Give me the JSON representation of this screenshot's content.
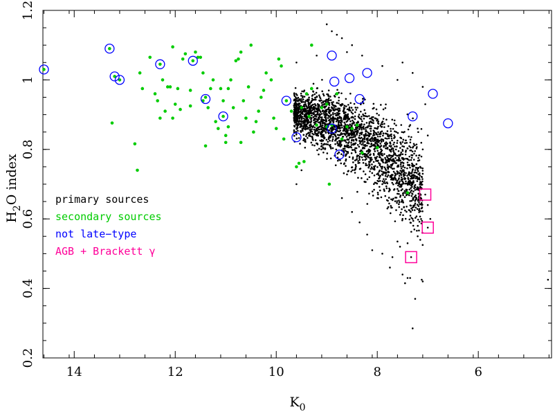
{
  "chart_data": {
    "type": "scatter",
    "xlabel_main": "K",
    "xlabel_sub": "0",
    "ylabel_pre": "H",
    "ylabel_sub": "2",
    "ylabel_post": "O index",
    "xlim": [
      14.62,
      4.55
    ],
    "ylim": [
      0.2,
      1.2
    ],
    "x_ticks": [
      14,
      12,
      10,
      8,
      6
    ],
    "x_tick_labels": [
      "14",
      "12",
      "10",
      "8",
      "6"
    ],
    "y_ticks": [
      0.2,
      0.4,
      0.6,
      0.8,
      1.0,
      1.2
    ],
    "y_tick_labels": [
      "0.2",
      "0.4",
      "0.6",
      "0.8",
      "1",
      "1.2"
    ],
    "grid": false,
    "legend_position": "left-middle",
    "colors": {
      "primary": "#000000",
      "secondary": "#00cc00",
      "not_late": "#0000ff",
      "agb": "#ff0099"
    },
    "legend": [
      {
        "label": "primary sources",
        "color": "#000000"
      },
      {
        "label": "secondary sources",
        "color": "#00cc00"
      },
      {
        "label": "not late−type",
        "color": "#0000ff"
      },
      {
        "label": "AGB + Brackett γ",
        "color": "#ff0099"
      }
    ],
    "series": [
      {
        "name": "secondary sources",
        "marker": "dot-green",
        "points": [
          [
            14.6,
            1.03
          ],
          [
            13.3,
            1.09
          ],
          [
            13.2,
            1.01
          ],
          [
            13.1,
            1.0
          ],
          [
            13.25,
            0.876
          ],
          [
            12.8,
            0.816
          ],
          [
            12.75,
            0.74
          ],
          [
            12.7,
            1.02
          ],
          [
            12.65,
            0.975
          ],
          [
            12.5,
            1.065
          ],
          [
            12.4,
            0.96
          ],
          [
            12.35,
            0.94
          ],
          [
            12.3,
            0.89
          ],
          [
            12.3,
            1.045
          ],
          [
            12.25,
            1.0
          ],
          [
            12.2,
            0.91
          ],
          [
            12.15,
            0.98
          ],
          [
            12.1,
            0.98
          ],
          [
            12.05,
            1.095
          ],
          [
            12.0,
            0.93
          ],
          [
            11.95,
            0.975
          ],
          [
            11.9,
            0.915
          ],
          [
            11.85,
            1.06
          ],
          [
            11.8,
            1.075
          ],
          [
            11.7,
            0.97
          ],
          [
            11.65,
            1.055
          ],
          [
            11.6,
            1.08
          ],
          [
            11.55,
            1.065
          ],
          [
            11.5,
            1.065
          ],
          [
            11.45,
            1.02
          ],
          [
            11.4,
            0.95
          ],
          [
            11.35,
            0.92
          ],
          [
            11.3,
            0.975
          ],
          [
            11.25,
            1.0
          ],
          [
            11.2,
            0.88
          ],
          [
            11.15,
            0.86
          ],
          [
            11.1,
            0.975
          ],
          [
            11.05,
            0.895
          ],
          [
            11.0,
            0.84
          ],
          [
            11.0,
            0.82
          ],
          [
            10.95,
            0.975
          ],
          [
            10.9,
            1.0
          ],
          [
            10.85,
            0.92
          ],
          [
            10.8,
            1.055
          ],
          [
            10.75,
            1.06
          ],
          [
            10.7,
            1.08
          ],
          [
            10.65,
            0.94
          ],
          [
            10.6,
            0.89
          ],
          [
            10.55,
            0.98
          ],
          [
            10.5,
            1.1
          ],
          [
            10.45,
            0.85
          ],
          [
            10.4,
            0.88
          ],
          [
            10.35,
            0.91
          ],
          [
            10.3,
            0.95
          ],
          [
            10.25,
            0.97
          ],
          [
            10.2,
            1.02
          ],
          [
            10.1,
            1.0
          ],
          [
            10.05,
            0.89
          ],
          [
            10.0,
            0.86
          ],
          [
            9.95,
            1.06
          ],
          [
            9.9,
            1.04
          ],
          [
            9.85,
            0.83
          ],
          [
            9.8,
            0.94
          ],
          [
            11.4,
            0.81
          ],
          [
            11.45,
            0.94
          ],
          [
            11.05,
            0.94
          ],
          [
            10.7,
            0.82
          ],
          [
            10.95,
            0.865
          ],
          [
            11.7,
            0.925
          ],
          [
            12.05,
            0.89
          ],
          [
            9.55,
            0.76
          ],
          [
            9.6,
            0.75
          ],
          [
            9.5,
            0.92
          ],
          [
            9.4,
            0.96
          ],
          [
            9.35,
            0.895
          ],
          [
            9.3,
            0.975
          ],
          [
            9.2,
            0.87
          ],
          [
            9.1,
            0.92
          ],
          [
            9.0,
            0.93
          ],
          [
            8.9,
            0.87
          ],
          [
            8.8,
            0.96
          ],
          [
            8.7,
            0.83
          ],
          [
            8.6,
            0.865
          ],
          [
            8.5,
            0.86
          ],
          [
            8.4,
            0.87
          ],
          [
            8.3,
            0.79
          ],
          [
            8.0,
            0.805
          ],
          [
            7.4,
            0.675
          ],
          [
            9.0,
            0.865
          ],
          [
            9.45,
            0.765
          ],
          [
            8.95,
            0.7
          ],
          [
            9.7,
            0.91
          ],
          [
            9.3,
            1.1
          ]
        ]
      },
      {
        "name": "not late−type",
        "marker": "circle-blue",
        "points": [
          [
            14.6,
            1.03
          ],
          [
            13.3,
            1.09
          ],
          [
            13.2,
            1.01
          ],
          [
            13.1,
            1.0
          ],
          [
            12.3,
            1.045
          ],
          [
            11.65,
            1.055
          ],
          [
            11.4,
            0.945
          ],
          [
            11.05,
            0.895
          ],
          [
            9.8,
            0.94
          ],
          [
            9.6,
            0.835
          ],
          [
            8.9,
            1.07
          ],
          [
            8.85,
            0.995
          ],
          [
            8.55,
            1.005
          ],
          [
            8.2,
            1.02
          ],
          [
            8.35,
            0.945
          ],
          [
            8.75,
            0.785
          ],
          [
            8.9,
            0.86
          ],
          [
            7.3,
            0.895
          ],
          [
            6.9,
            0.96
          ],
          [
            6.6,
            0.875
          ]
        ]
      },
      {
        "name": "AGB + Brackett γ",
        "marker": "square-magenta",
        "points": [
          [
            7.05,
            0.67
          ],
          [
            7.0,
            0.575
          ],
          [
            7.33,
            0.49
          ]
        ]
      },
      {
        "name": "primary sources",
        "marker": "dot-black",
        "generated_cloud": "dense cluster x 9.7–7.1, y 0.7→1.1 with tail to lower y at faint end",
        "points": [
          [
            9.0,
            1.16
          ],
          [
            8.9,
            1.14
          ],
          [
            8.8,
            1.13
          ],
          [
            9.6,
            1.05
          ],
          [
            9.2,
            1.07
          ],
          [
            8.7,
            1.12
          ],
          [
            8.5,
            1.1
          ],
          [
            8.6,
            1.08
          ],
          [
            8.3,
            1.07
          ],
          [
            7.9,
            1.04
          ],
          [
            7.6,
            1.0
          ],
          [
            7.5,
            1.05
          ],
          [
            7.3,
            1.02
          ],
          [
            7.1,
            0.98
          ],
          [
            7.05,
            0.93
          ],
          [
            7.0,
            0.84
          ],
          [
            7.2,
            0.86
          ],
          [
            7.1,
            0.8
          ],
          [
            7.15,
            0.75
          ],
          [
            7.1,
            0.73
          ],
          [
            7.2,
            0.69
          ],
          [
            7.1,
            0.42
          ],
          [
            7.12,
            0.425
          ],
          [
            7.75,
            0.46
          ],
          [
            7.5,
            0.44
          ],
          [
            7.45,
            0.415
          ],
          [
            7.4,
            0.43
          ],
          [
            7.3,
            0.285
          ],
          [
            7.25,
            0.37
          ],
          [
            7.35,
            0.43
          ],
          [
            7.55,
            0.52
          ],
          [
            7.6,
            0.535
          ],
          [
            7.7,
            0.49
          ],
          [
            7.9,
            0.5
          ],
          [
            8.1,
            0.51
          ],
          [
            8.2,
            0.555
          ],
          [
            8.35,
            0.59
          ],
          [
            8.5,
            0.62
          ],
          [
            8.7,
            0.66
          ],
          [
            9.5,
            0.74
          ],
          [
            9.6,
            0.7
          ],
          [
            4.62,
            0.425
          ],
          [
            7.0,
            0.64
          ],
          [
            6.95,
            0.6
          ],
          [
            7.4,
            0.53
          ],
          [
            7.5,
            0.6
          ],
          [
            7.2,
            0.55
          ],
          [
            7.3,
            0.6
          ],
          [
            7.8,
            0.63
          ],
          [
            8.0,
            0.66
          ],
          [
            7.9,
            0.7
          ]
        ]
      }
    ]
  }
}
